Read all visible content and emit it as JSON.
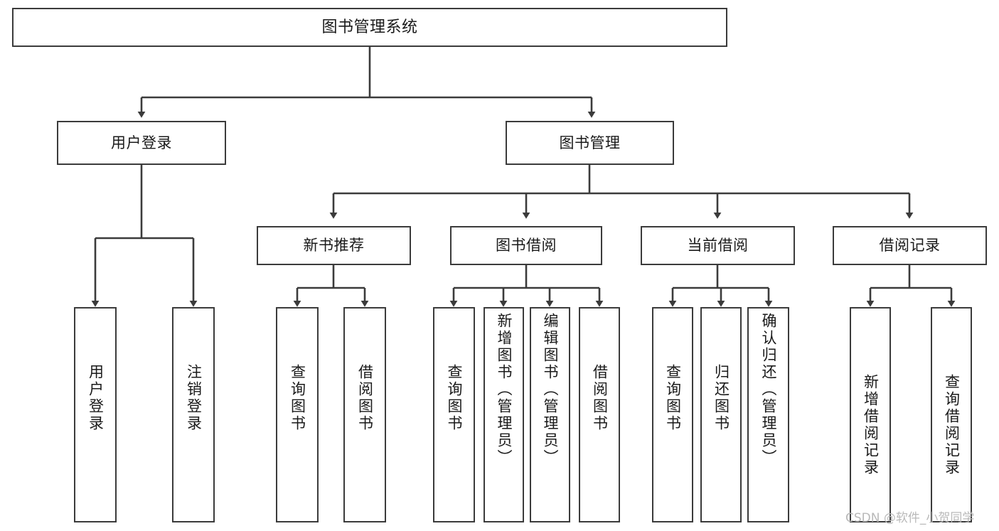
{
  "diagram": {
    "type": "tree-hierarchy-chart",
    "title": "图书管理系统",
    "background_color": "#ffffff",
    "line_color": "#3b3b3b",
    "text_color": "#1a1a1a",
    "watermark": "CSDN @软件_小贺同学",
    "nodes": {
      "root": {
        "label": "图书管理系统"
      },
      "level2": [
        {
          "id": "user-login",
          "label": "用户登录"
        },
        {
          "id": "book-manage",
          "label": "图书管理"
        }
      ],
      "level3": [
        {
          "id": "new-book-rec",
          "label": "新书推荐"
        },
        {
          "id": "book-borrow",
          "label": "图书借阅"
        },
        {
          "id": "current-borrow",
          "label": "当前借阅"
        },
        {
          "id": "borrow-record",
          "label": "借阅记录"
        }
      ],
      "leaves": [
        {
          "id": "leaf-user-login",
          "label": "用户登录",
          "parent": "user-login"
        },
        {
          "id": "leaf-logout",
          "label": "注销登录",
          "parent": "user-login"
        },
        {
          "id": "leaf-query-book-1",
          "label": "查询图书",
          "parent": "new-book-rec"
        },
        {
          "id": "leaf-borrow-book-1",
          "label": "借阅图书",
          "parent": "new-book-rec"
        },
        {
          "id": "leaf-query-book-2",
          "label": "查询图书",
          "parent": "book-borrow"
        },
        {
          "id": "leaf-add-book",
          "label": "新增图书（管理员）",
          "parent": "book-borrow"
        },
        {
          "id": "leaf-edit-book",
          "label": "编辑图书（管理员）",
          "parent": "book-borrow"
        },
        {
          "id": "leaf-borrow-book-2",
          "label": "借阅图书",
          "parent": "book-borrow"
        },
        {
          "id": "leaf-query-book-3",
          "label": "查询图书",
          "parent": "current-borrow"
        },
        {
          "id": "leaf-return-book",
          "label": "归还图书",
          "parent": "current-borrow"
        },
        {
          "id": "leaf-confirm-return",
          "label": "确认归还（管理员）",
          "parent": "current-borrow"
        },
        {
          "id": "leaf-add-record",
          "label": "新增借阅记录",
          "parent": "borrow-record"
        },
        {
          "id": "leaf-query-record",
          "label": "查询借阅记录",
          "parent": "borrow-record"
        }
      ]
    }
  }
}
